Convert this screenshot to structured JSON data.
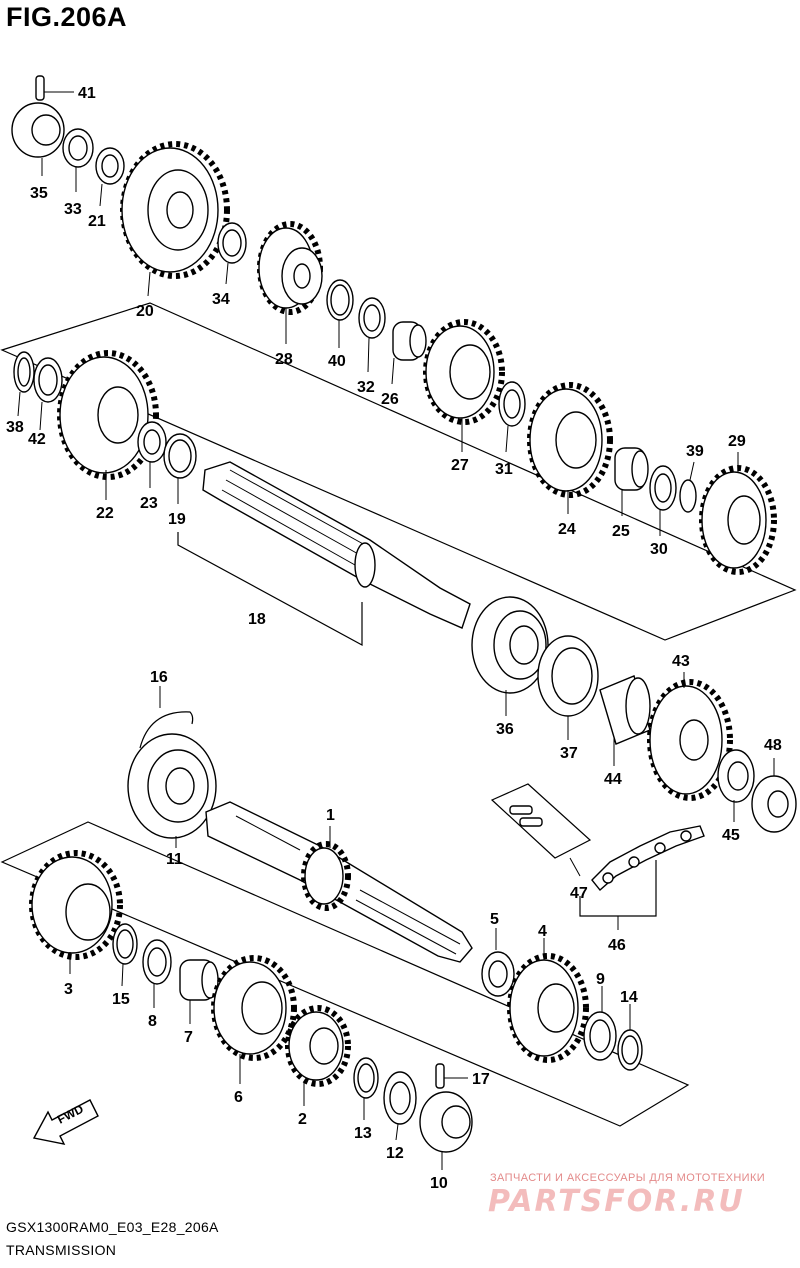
{
  "figure": {
    "title": "FIG.206A",
    "drawing_code": "GSX1300RAM0_E03_E28_206A",
    "caption": "TRANSMISSION"
  },
  "direction_arrow": {
    "label": "FWD"
  },
  "watermark": {
    "tagline": "ЗАПЧАСТИ И АКСЕССУАРЫ ДЛЯ МОТОТЕХНИКИ",
    "logo": "PARTSFOR.RU"
  },
  "callouts": {
    "c1": "1",
    "c2": "2",
    "c3": "3",
    "c4": "4",
    "c5": "5",
    "c6": "6",
    "c7": "7",
    "c8": "8",
    "c9": "9",
    "c10": "10",
    "c11": "11",
    "c12": "12",
    "c13": "13",
    "c14": "14",
    "c15": "15",
    "c16": "16",
    "c17": "17",
    "c18": "18",
    "c19": "19",
    "c20": "20",
    "c21": "21",
    "c22": "22",
    "c23": "23",
    "c24": "24",
    "c25": "25",
    "c26": "26",
    "c27": "27",
    "c28": "28",
    "c29": "29",
    "c30": "30",
    "c31": "31",
    "c32": "32",
    "c33": "33",
    "c34": "34",
    "c35": "35",
    "c36": "36",
    "c37": "37",
    "c38": "38",
    "c39": "39",
    "c40": "40",
    "c41": "41",
    "c42": "42",
    "c43": "43",
    "c44": "44",
    "c45": "45",
    "c46": "46",
    "c47": "47",
    "c48": "48"
  }
}
